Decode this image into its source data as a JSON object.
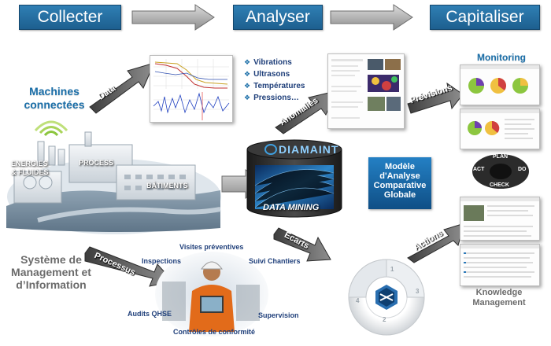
{
  "stages": {
    "collect": "Collecter",
    "analyse": "Analyser",
    "capitalise": "Capitaliser"
  },
  "left": {
    "machines_line1": "Machines",
    "machines_line2": "connectées",
    "sys_line1": "Système de",
    "sys_line2": "Management et",
    "sys_line3": "d’Information"
  },
  "arrows": {
    "data": "Data",
    "processus": "Processus",
    "anomalies": "Anomalies",
    "previsions": "Prévisions",
    "ecarts": "Ecarts",
    "actions": "Actions"
  },
  "measurements": [
    "Vibrations",
    "Ultrasons",
    "Températures",
    "Pressions…"
  ],
  "plant": {
    "energies_line1": "ENERGIES",
    "energies_line2": "& FLUIDES",
    "process": "PROCESS",
    "batiments": "BÂTIMENTS"
  },
  "processes": {
    "visites": "Visites préventives",
    "inspections": "Inspections",
    "suivi": "Suivi Chantiers",
    "audits": "Audits QHSE",
    "supervision": "Supervision",
    "controles": "Contrôles de conformité"
  },
  "diamaint": {
    "logo": "DIAMAINT",
    "mining": "DATA MINING"
  },
  "model": {
    "line1": "Modèle",
    "line2": "d'Analyse",
    "line3": "Comparative",
    "line4": "Globale"
  },
  "monitoring": "Monitoring",
  "pdca": {
    "plan": "PLAN",
    "do": "DO",
    "check": "CHECK",
    "act": "ACT"
  },
  "knowledge_line1": "Knowledge",
  "knowledge_line2": "Management",
  "wheel_numbers": [
    "1",
    "2",
    "3",
    "4"
  ],
  "colors": {
    "stage_blue": "#1d5f8f",
    "title_blue": "#1a6ea8",
    "gray_text": "#6b6b6b"
  }
}
